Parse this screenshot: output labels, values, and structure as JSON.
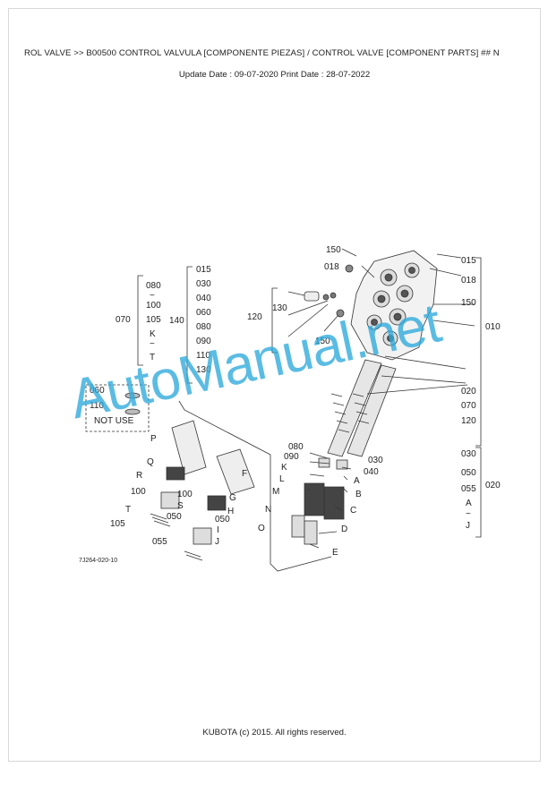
{
  "header": {
    "title": "ROL VALVE >> B00500   CONTROL VALVULA [COMPONENTE PIEZAS] / CONTROL VALVE [COMPONENT PARTS] ## N",
    "dates": "Update Date : 09-07-2020   Print Date : 28-07-2022"
  },
  "labels": {
    "l150a": "150",
    "l018a": "018",
    "l120": "120",
    "l130": "130",
    "l150b": "150",
    "r015": "015",
    "r018": "018",
    "r150": "150",
    "r010": "010",
    "r020": "020",
    "r070": "070",
    "r120": "120",
    "r030": "030",
    "r050": "050",
    "r055": "055",
    "rA": "A",
    "rtilde": "~",
    "rJ": "J",
    "r020b": "020",
    "g140_015": "015",
    "g140_030": "030",
    "g140_040": "040",
    "g140_060": "060",
    "g140_080": "080",
    "g140_090": "090",
    "g140_110": "110",
    "g140_130": "130",
    "g140": "140",
    "g070_080": "080",
    "g070_tilde1": "~",
    "g070_100": "100",
    "g070_105": "105",
    "g070_K": "K",
    "g070_tilde2": "~",
    "g070_T": "T",
    "g070": "070",
    "nu060": "060",
    "nu110": "110",
    "not_use": "NOT USE",
    "P": "P",
    "Q": "Q",
    "R": "R",
    "S": "S",
    "T": "T",
    "l100a": "100",
    "l100b": "100",
    "l105": "105",
    "F": "F",
    "G": "G",
    "H": "H",
    "I": "I",
    "J": "J",
    "l050a": "050",
    "l050b": "050",
    "l055": "055",
    "c080": "080",
    "c090": "090",
    "cK": "K",
    "cL": "L",
    "cM": "M",
    "cN": "N",
    "cO": "O",
    "c030": "030",
    "c040": "040",
    "cA": "A",
    "cB": "B",
    "cC": "C",
    "cD": "D",
    "cE": "E",
    "figcode": "7J264-020-10"
  },
  "watermark": "AutoManual.net",
  "footer": "KUBOTA (c) 2015. All rights reserved."
}
